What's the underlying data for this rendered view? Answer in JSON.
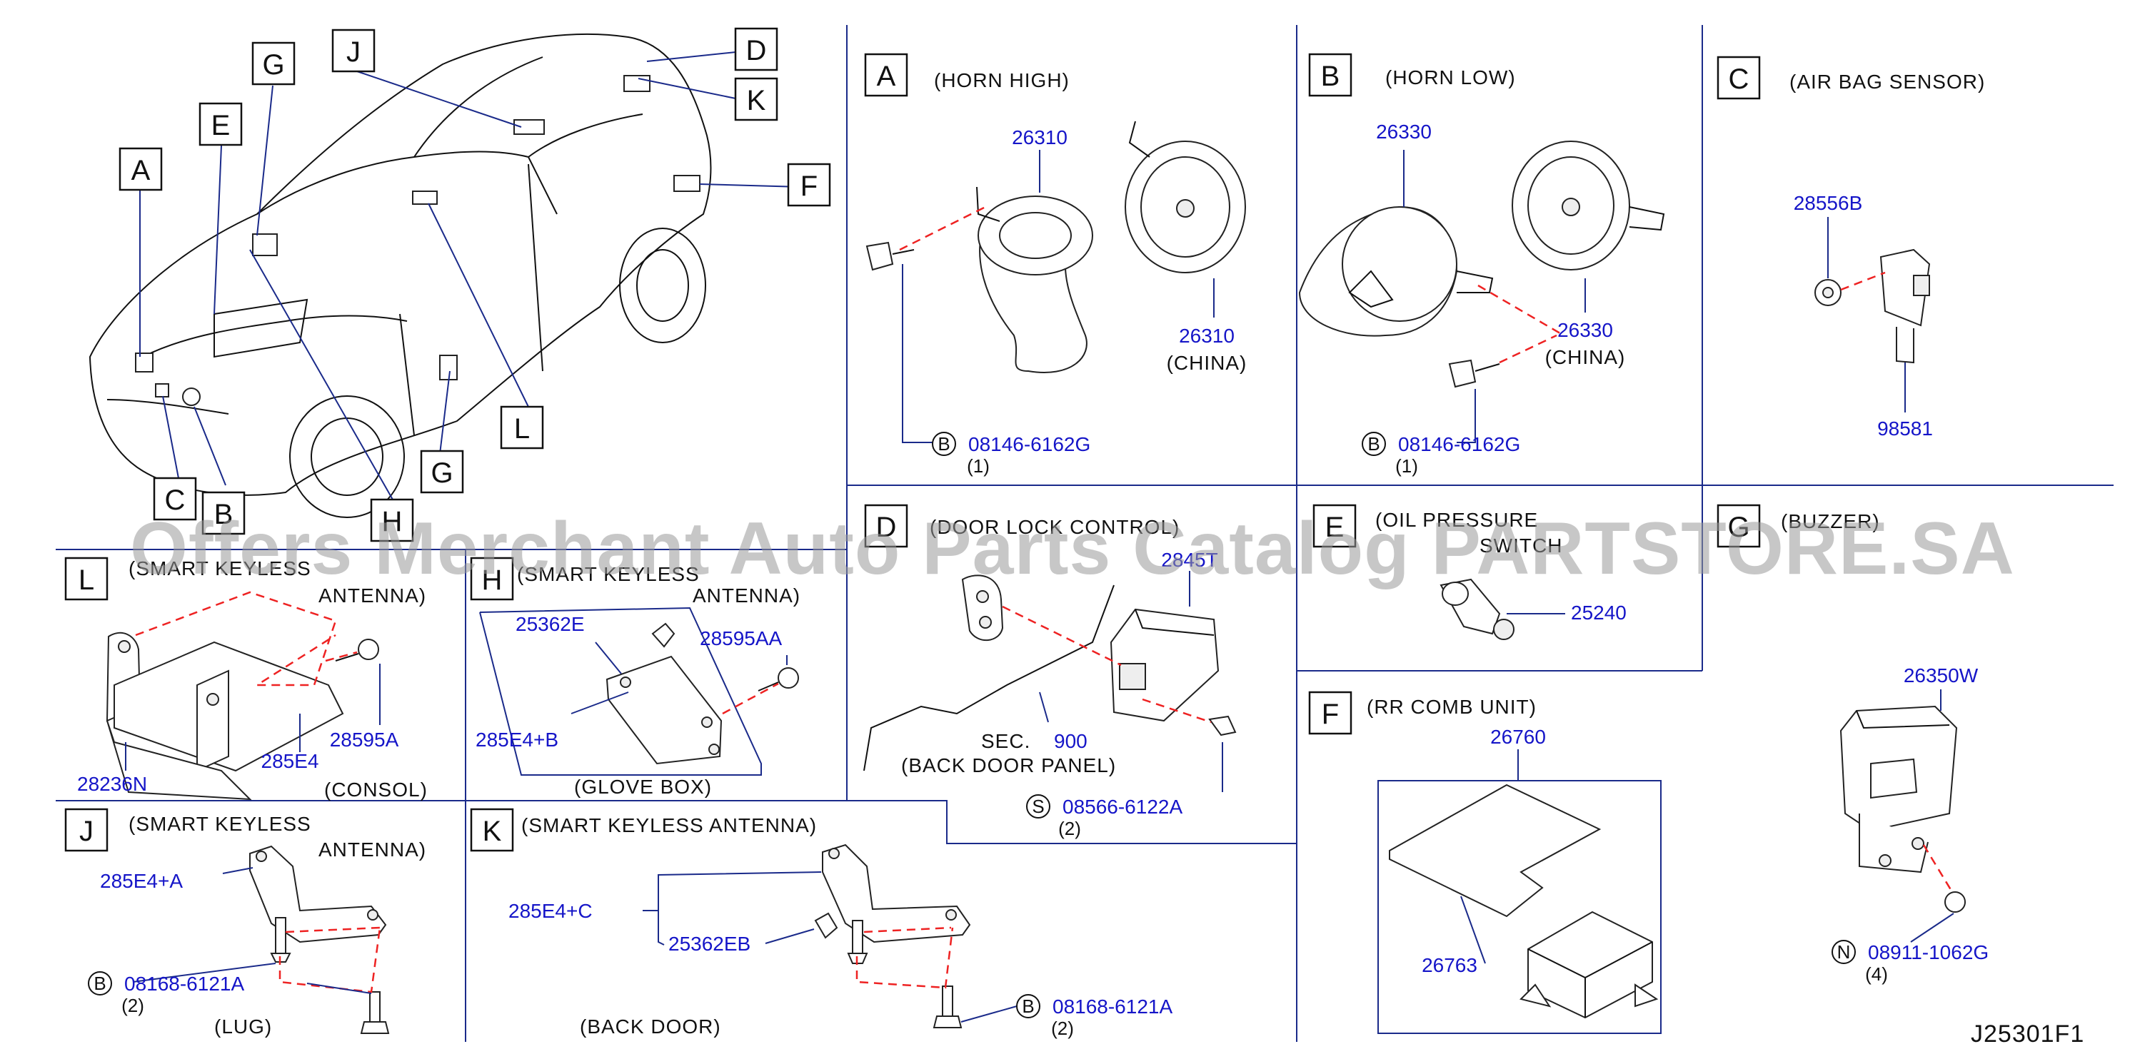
{
  "diagram_id": "J25301F1",
  "watermark": "Offers Merchant Auto Parts Catalog PARTSTORE.SA",
  "overview": {
    "callouts": [
      "A",
      "B",
      "C",
      "D",
      "E",
      "F",
      "G",
      "G",
      "H",
      "J",
      "K",
      "L"
    ]
  },
  "sections": {
    "A": {
      "letter": "A",
      "title": "(HORN   HIGH)",
      "p1": "26310",
      "p2": "26310",
      "china": "(CHINA)",
      "bolt_sym": "B",
      "bolt": "08146-6162G",
      "qty": "(1)"
    },
    "B": {
      "letter": "B",
      "title": "(HORN   LOW)",
      "p1": "26330",
      "p2": "26330",
      "china": "(CHINA)",
      "bolt_sym": "B",
      "bolt": "08146-6162G",
      "qty": "(1)"
    },
    "C": {
      "letter": "C",
      "title": "(AIR   BAG   SENSOR)",
      "nut": "28556B",
      "sensor": "98581"
    },
    "D": {
      "letter": "D",
      "title": "(DOOR   LOCK   CONTROL)",
      "unit": "2845T",
      "sec": "SEC.",
      "sec_no": "900",
      "panel": "(BACK   DOOR   PANEL)",
      "bolt_sym": "S",
      "bolt": "08566-6122A",
      "qty": "(2)"
    },
    "E": {
      "letter": "E",
      "title1": "(OIL   PRESSURE",
      "title2": "SWITCH",
      "part": "25240"
    },
    "F": {
      "letter": "F",
      "title": "(RR   COMB   UNIT)",
      "p1": "26760",
      "p2": "26763"
    },
    "G": {
      "letter": "G",
      "title": "(BUZZER)",
      "part": "26350W",
      "nut_sym": "N",
      "nut": "08911-1062G",
      "qty": "(4)"
    },
    "L": {
      "letter": "L",
      "title1": "(SMART   KEYLESS",
      "title2": "ANTENNA)",
      "p1": "28595A",
      "p2": "285E4",
      "p3": "28236N",
      "note": "(CONSOL)"
    },
    "H": {
      "letter": "H",
      "title1": "(SMART   KEYLESS",
      "title2": "ANTENNA)",
      "p1": "25362E",
      "p2": "28595AA",
      "p3": "285E4+B",
      "note": "(GLOVE   BOX)"
    },
    "J": {
      "letter": "J",
      "title1": "(SMART   KEYLESS",
      "title2": "ANTENNA)",
      "p1": "285E4+A",
      "bolt_sym": "B",
      "bolt": "08168-6121A",
      "qty": "(2)",
      "note": "(LUG)"
    },
    "K": {
      "letter": "K",
      "title": "(SMART   KEYLESS          ANTENNA)",
      "p1": "285E4+C",
      "p2": "25362EB",
      "bolt_sym": "B",
      "bolt": "08168-6121A",
      "qty": "(2)",
      "note": "(BACK   DOOR)"
    }
  }
}
